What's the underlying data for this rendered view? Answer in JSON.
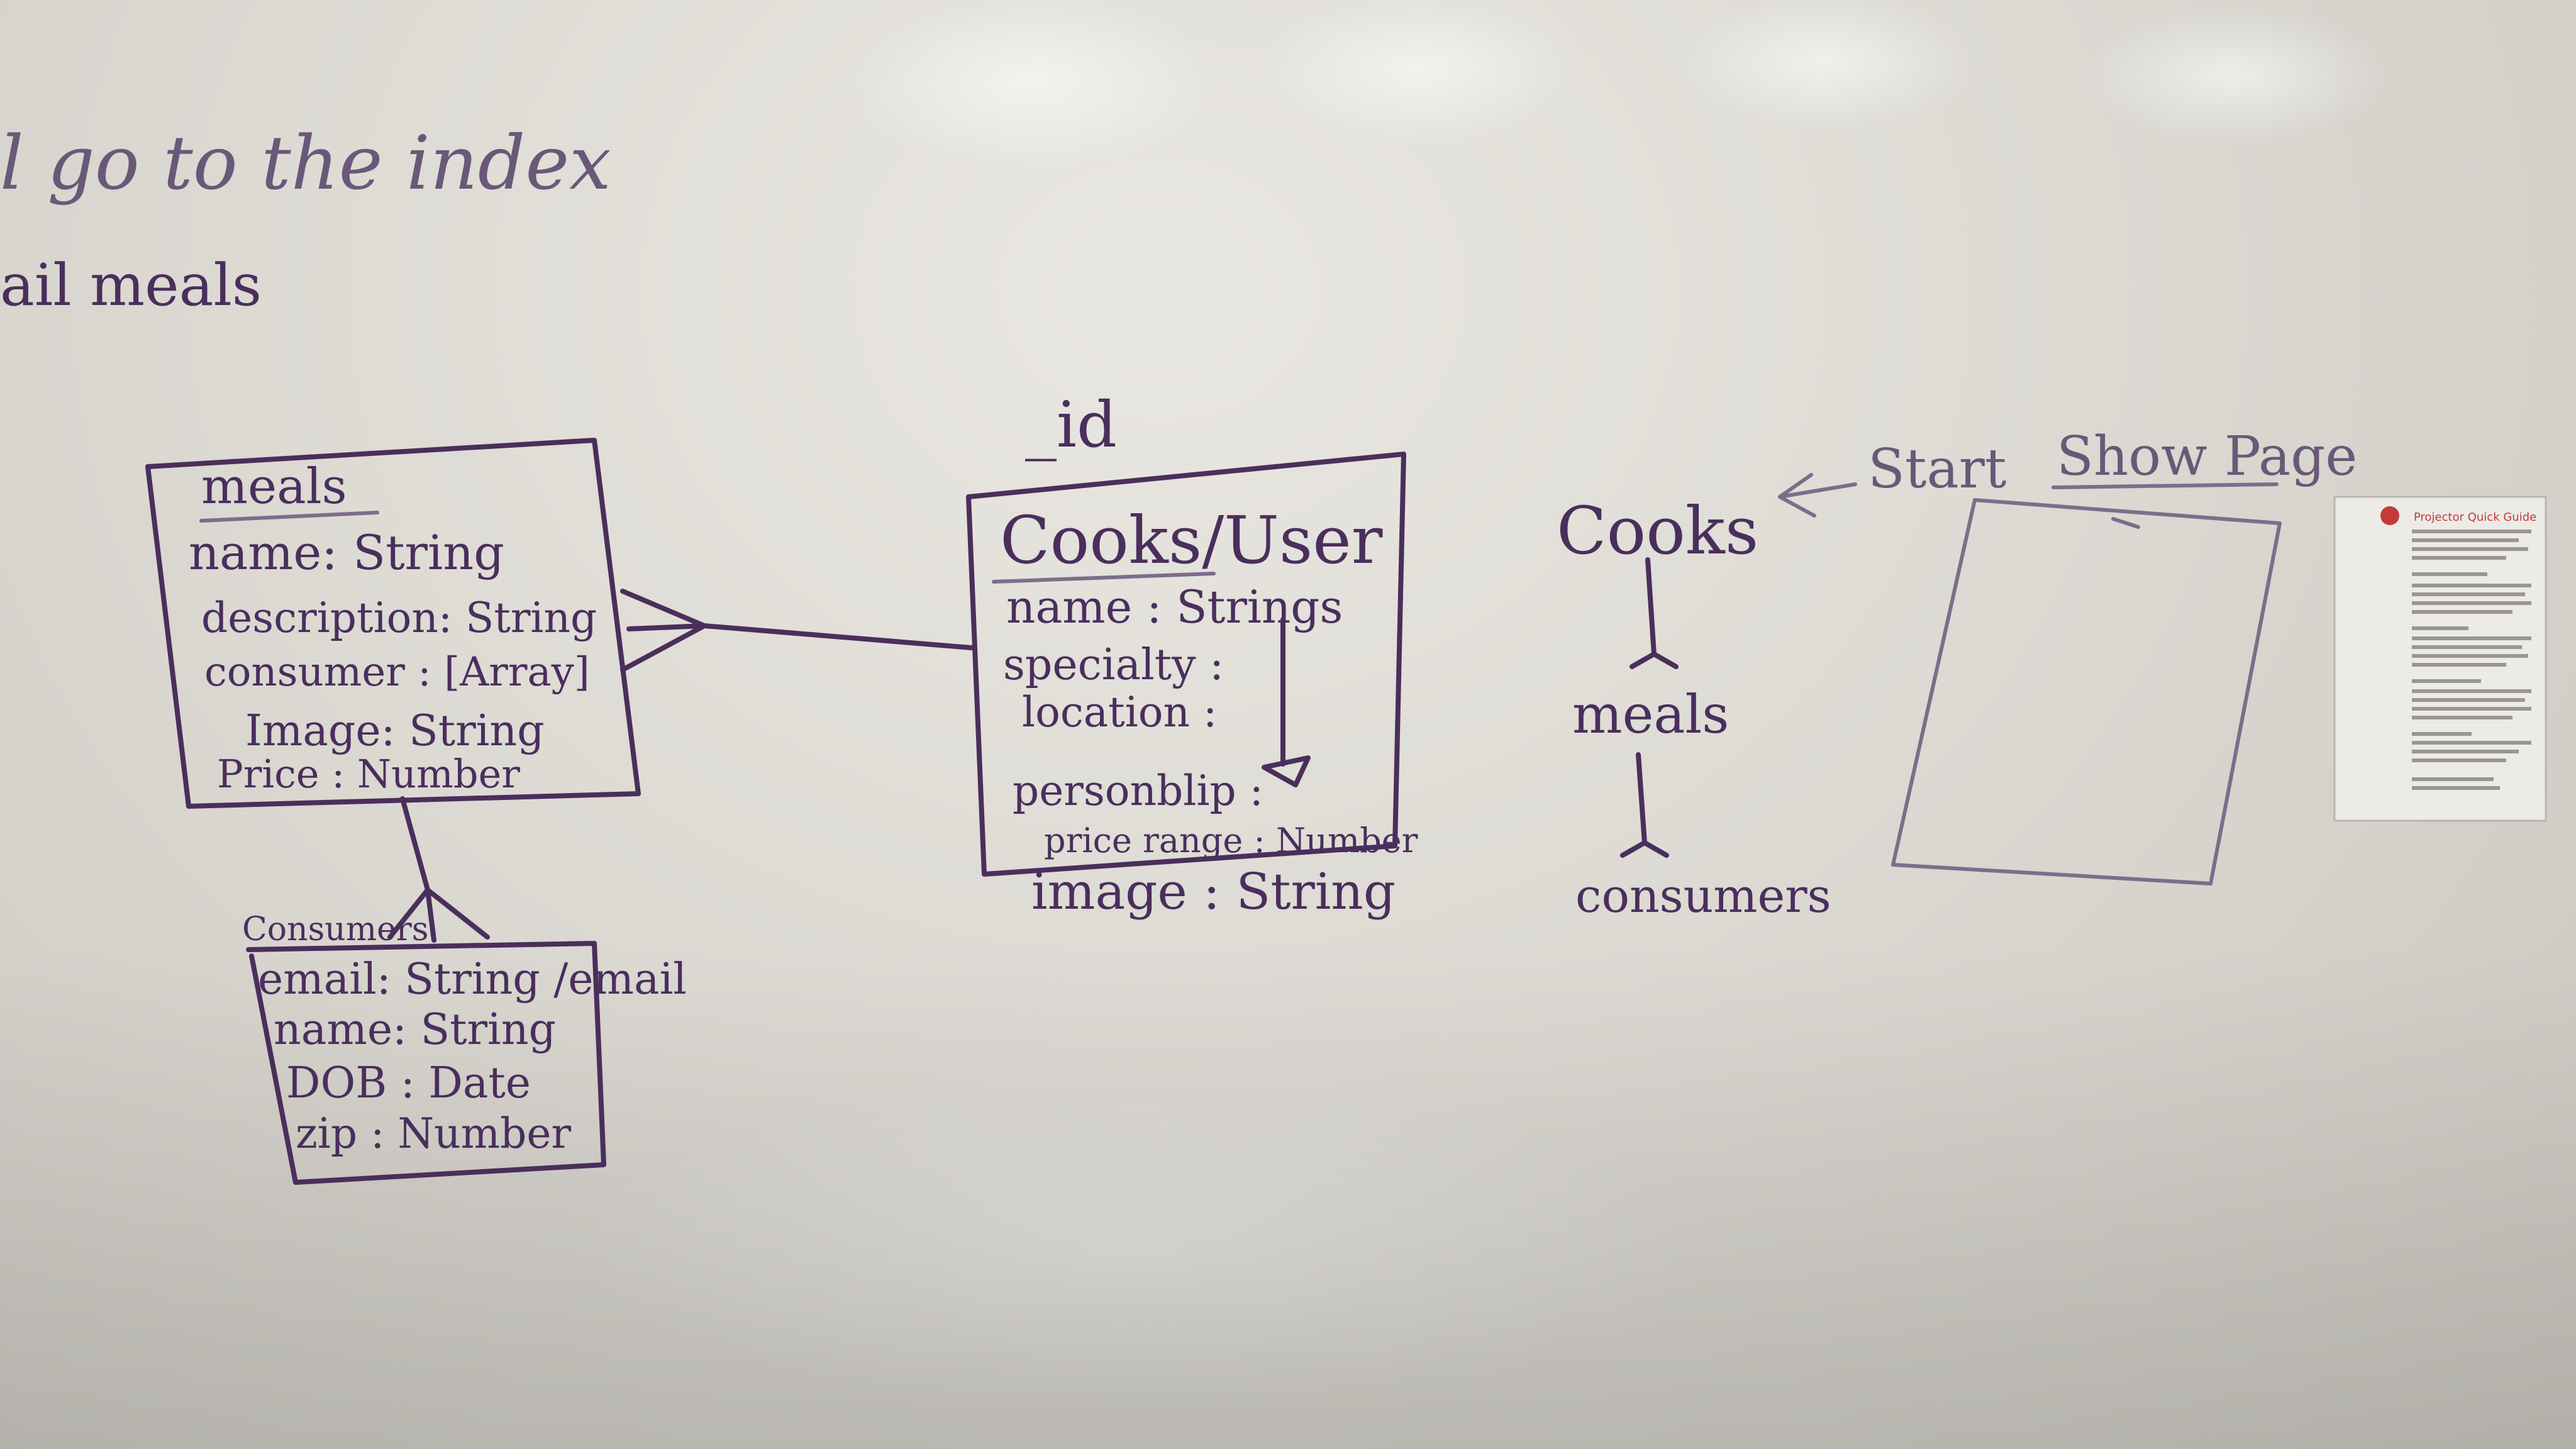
{
  "top_notes": {
    "line1": "l go to the index",
    "line2": "ail meals"
  },
  "meals_entity": {
    "title": "meals",
    "fields": [
      "name: String",
      "description: String",
      "consumer : [Array]",
      "Image: String",
      "Price : Number"
    ]
  },
  "consumers_entity": {
    "title": "Consumers",
    "fields": [
      "email: String /email",
      "name: String",
      "DOB : Date",
      "zip : Number"
    ]
  },
  "cooks_entity": {
    "id_label": "_id",
    "title": "Cooks/User",
    "fields": [
      "name : Strings",
      "specialty :",
      "location :",
      "personblip :",
      "price range : Number"
    ],
    "extra_field": "image : String"
  },
  "hierarchy": {
    "top": "Cooks",
    "middle": "meals",
    "bottom": "consumers",
    "start_note": "Start"
  },
  "show_page": {
    "label": "Show Page"
  },
  "paper_notice": {
    "title": "Projector Quick Guide"
  },
  "colors": {
    "ink": "#4a2e5c",
    "board": "#e2e0da",
    "paper": "#ecebe8",
    "notice_red": "#c43a3a"
  }
}
